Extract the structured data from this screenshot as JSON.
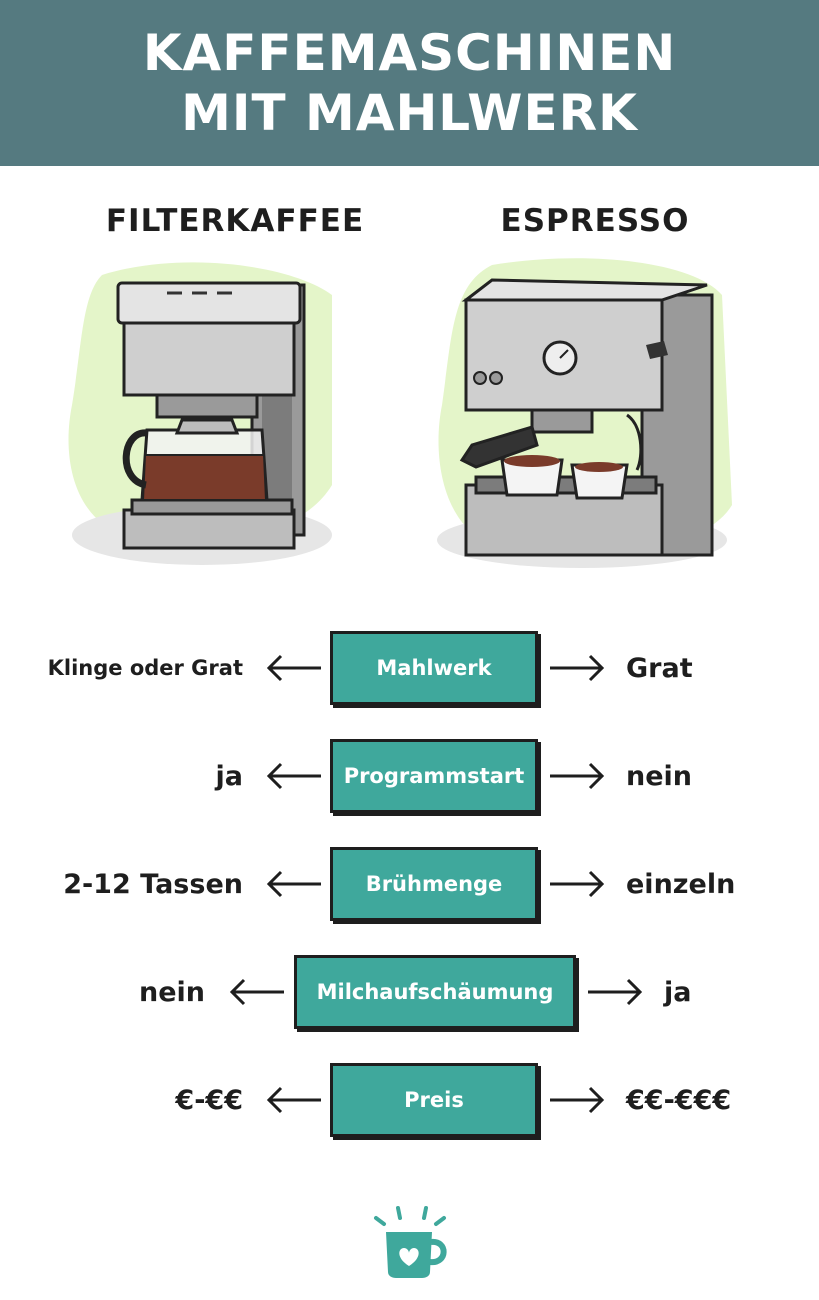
{
  "header": {
    "title_line1": "KAFFEMASCHINEN",
    "title_line2": "MIT MAHLWERK",
    "bg_color": "#557a80"
  },
  "columns": {
    "left_title": "FILTERKAFFEE",
    "right_title": "ESPRESSO"
  },
  "accent_color": "#3fa89c",
  "comparisons": [
    {
      "feature": "Mahlwerk",
      "left": "Klinge oder Grat",
      "right": "Grat"
    },
    {
      "feature": "Programmstart",
      "left": "ja",
      "right": "nein"
    },
    {
      "feature": "Brühmenge",
      "left": "2-12 Tassen",
      "right": "einzeln"
    },
    {
      "feature": "Milchaufschäumung",
      "left": "nein",
      "right": "ja"
    },
    {
      "feature": "Preis",
      "left": "€-€€",
      "right": "€€-€€€"
    }
  ],
  "icons": {
    "filter_machine": "filter-coffee-machine-icon",
    "espresso_machine": "espresso-machine-icon",
    "logo": "coffee-mug-heart-icon"
  }
}
